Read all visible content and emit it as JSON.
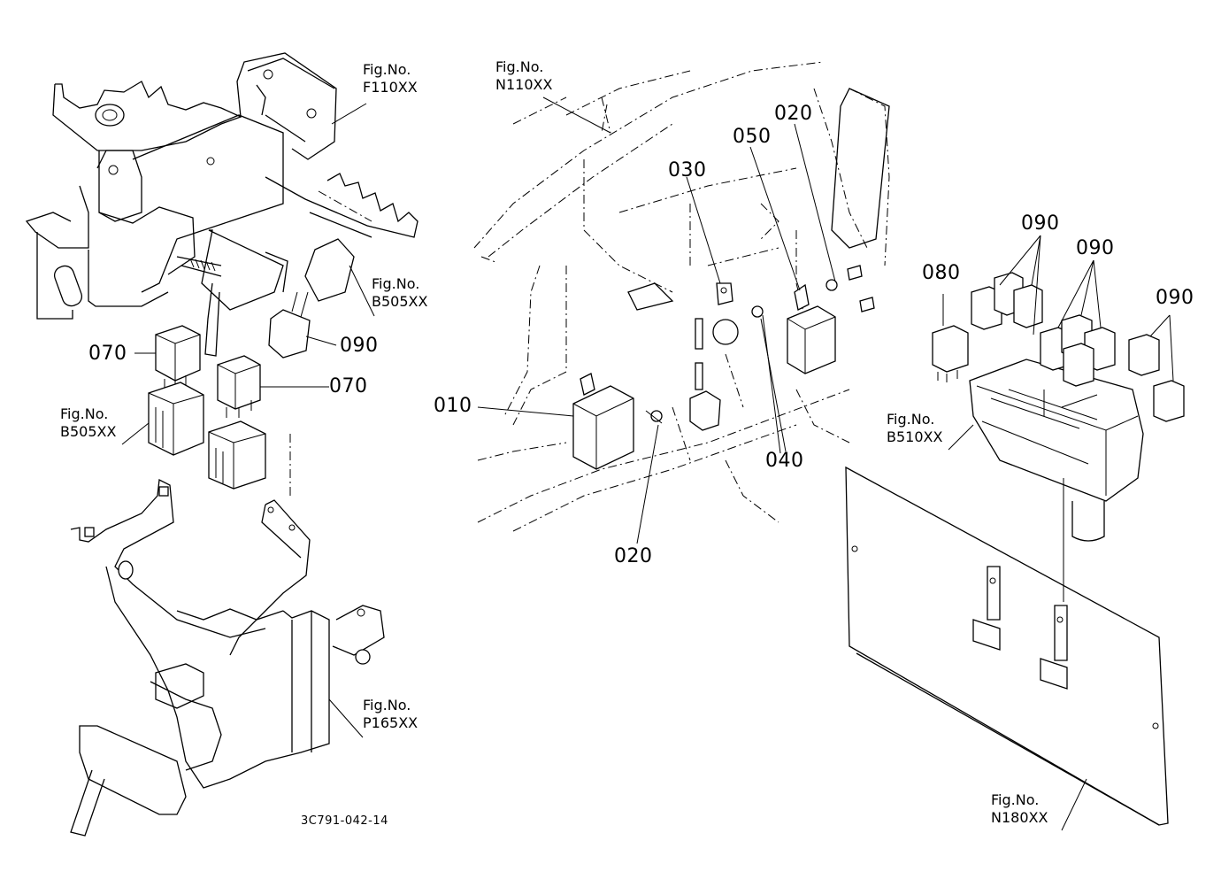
{
  "figure_refs": {
    "f110": [
      "Fig.No.",
      "F110XX"
    ],
    "n110": [
      "Fig.No.",
      "N110XX"
    ],
    "b505_top": [
      "Fig.No.",
      "B505XX"
    ],
    "b505_left": [
      "Fig.No.",
      "B505XX"
    ],
    "b510": [
      "Fig.No.",
      "B510XX"
    ],
    "p165": [
      "Fig.No.",
      "P165XX"
    ],
    "n180": [
      "Fig.No.",
      "N180XX"
    ]
  },
  "parts": {
    "p010": "010",
    "p020_top": "020",
    "p020_bottom": "020",
    "p030": "030",
    "p040": "040",
    "p050": "050",
    "p070_left": "070",
    "p070_right": "070",
    "p080": "080",
    "p090_left": "090",
    "p090_mid": "090",
    "p090_right": "090",
    "p090_far": "090"
  },
  "drawing_code": "3C791-042-14"
}
